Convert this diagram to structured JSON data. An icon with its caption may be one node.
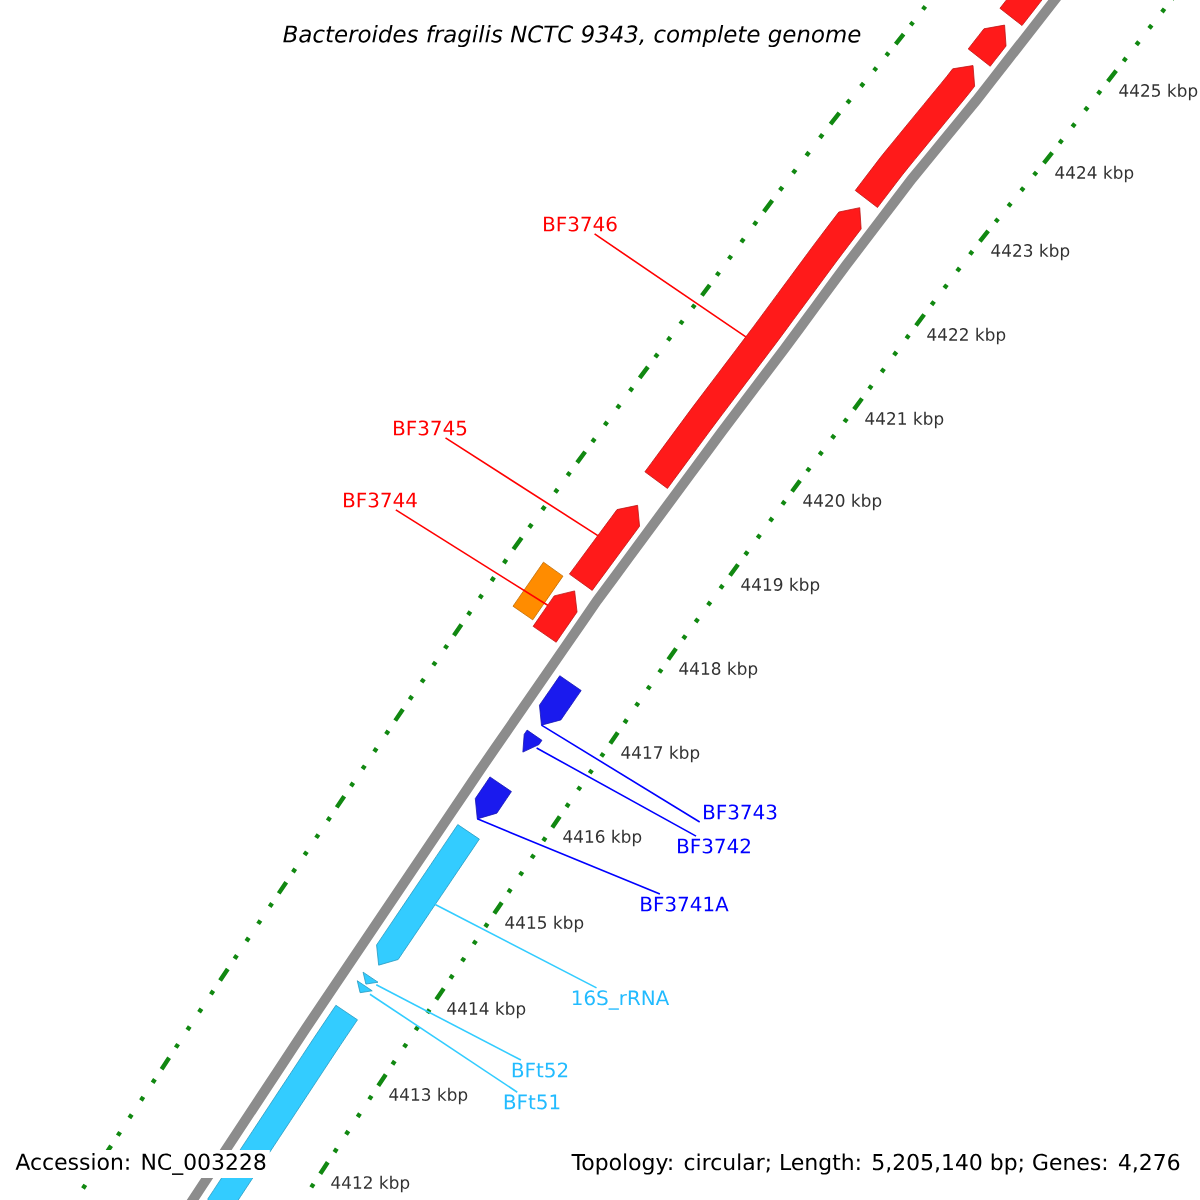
{
  "diagram": {
    "title": "Bacteroides fragilis NCTC 9343, complete genome",
    "nodes": [
      {
        "text": [
          "BF3746"
        ]
      },
      {
        "text": [
          "BF3745"
        ]
      },
      {
        "text": [
          "BF3744"
        ]
      },
      {
        "text": [
          "BF3743"
        ]
      },
      {
        "text": [
          "BF3742"
        ]
      },
      {
        "text": [
          "BF3741A"
        ]
      },
      {
        "text": [
          "16S_rRNA"
        ]
      },
      {
        "text": [
          "BFt52"
        ]
      },
      {
        "text": [
          "BFt51"
        ]
      },
      {
        "text": [],
        "shape": "bar"
      },
      {
        "text": [],
        "shape": "bar"
      },
      {
        "text": [],
        "shape": "bar"
      },
      {
        "text": [],
        "shape": "bar"
      },
      {
        "text": [],
        "shape": "bar"
      },
      {
        "text": [],
        "shape": "box"
      },
      {
        "text": [],
        "shape": "bar"
      },
      {
        "text": [],
        "shape": "bar"
      },
      {
        "text": [],
        "shape": "bar"
      },
      {
        "text": [],
        "shape": "bar"
      },
      {
        "text": [],
        "shape": "bar"
      },
      {
        "text": [],
        "shape": "bar"
      },
      {
        "text": [],
        "shape": "bar"
      },
      {
        "text": [],
        "shape": "bar"
      }
    ],
    "edges": [
      {
        "from": 0,
        "to": 12,
        "arrow": "none",
        "color": "#ff0000"
      },
      {
        "from": 1,
        "to": 13,
        "arrow": "none",
        "color": "#ff0000"
      },
      {
        "from": 2,
        "to": 15,
        "arrow": "none",
        "color": "#ff0000"
      },
      {
        "from": 3,
        "to": 16,
        "arrow": "none",
        "color": "#0000ff"
      },
      {
        "from": 4,
        "to": 17,
        "arrow": "none",
        "color": "#0000ff"
      },
      {
        "from": 5,
        "to": 18,
        "arrow": "none",
        "color": "#0000ff"
      },
      {
        "from": 6,
        "to": 19,
        "arrow": "none",
        "color": "#33ccff"
      },
      {
        "from": 7,
        "to": 20,
        "arrow": "none",
        "color": "#33ccff"
      },
      {
        "from": 8,
        "to": 21,
        "arrow": "none",
        "color": "#33ccff"
      }
    ],
    "labels": [
      "4425 kbp",
      "4424 kbp",
      "4423 kbp",
      "4422 kbp",
      "4421 kbp",
      "4420 kbp",
      "4419 kbp",
      "4418 kbp",
      "4417 kbp",
      "4416 kbp",
      "4415 kbp",
      "4414 kbp",
      "4413 kbp",
      "4412 kbp",
      "Accession: NC_003228",
      "Topology: circular; Length: 5,205,140 bp; Genes: 4,276"
    ]
  }
}
